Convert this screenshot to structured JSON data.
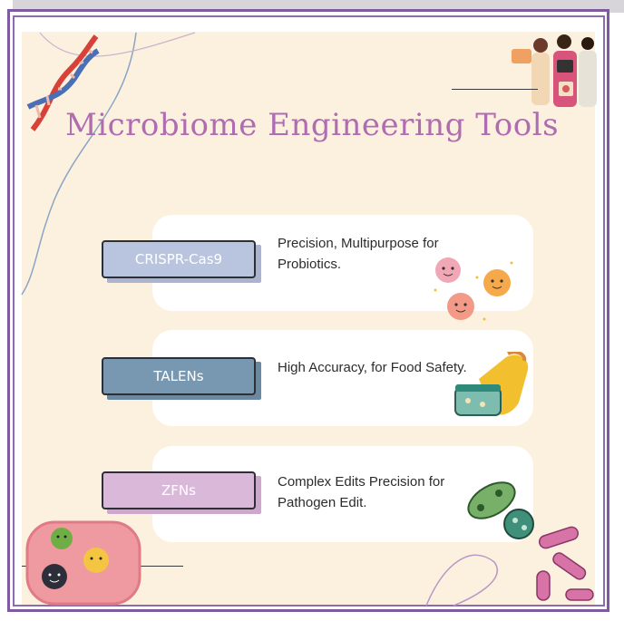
{
  "title": "Microbiome Engineering Tools",
  "tools": [
    {
      "name": "CRISPR-Cas9",
      "description": "Precision, Multipurpose for Probiotics.",
      "tag_color": "#b9c4de",
      "shadow_color": "#aab4cf"
    },
    {
      "name": "TALENs",
      "description": "High Accuracy, for Food Safety.",
      "tag_color": "#7898b2",
      "shadow_color": "#6a889f"
    },
    {
      "name": "ZFNs",
      "description": "Complex Edits Precision for Pathogen Edit.",
      "tag_color": "#dab8d9",
      "shadow_color": "#cda7cc"
    }
  ],
  "colors": {
    "frame": "#7e5a9e",
    "background": "#fcf1df",
    "title": "#b06cb0"
  },
  "icons": [
    "dna-helix-icon",
    "scientists-illustration",
    "happy-microbes-icon",
    "food-container-icon",
    "bacteria-icon",
    "gut-microbes-icon"
  ]
}
